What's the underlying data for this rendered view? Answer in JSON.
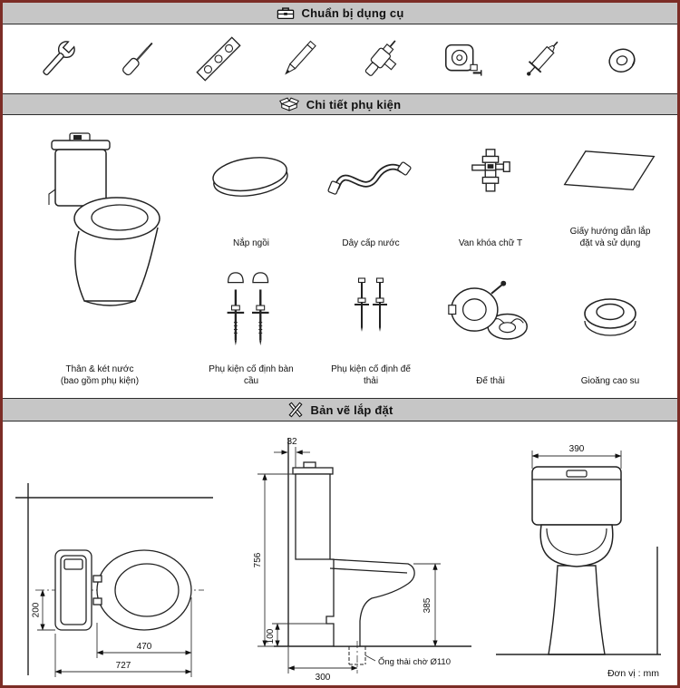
{
  "theme": {
    "border_color": "#7c2d26",
    "header_bg": "#c6c6c6"
  },
  "tools": {
    "title": "Chuẩn bị dụng cụ",
    "icons": [
      "adjustable-wrench",
      "screwdriver",
      "spirit-level",
      "pencil",
      "drill",
      "tape-measure",
      "sealant-gun",
      "thread-seal-tape"
    ]
  },
  "parts": {
    "title": "Chi tiết phụ kiện",
    "main": {
      "label1": "Thân & két nước",
      "label2": "(bao gồm phụ kiện)"
    },
    "items": [
      {
        "label": "Nắp ngồi"
      },
      {
        "label": "Dây cấp nước"
      },
      {
        "label": "Van khóa chữ T"
      },
      {
        "label": "Giấy hướng dẫn lắp đặt và sử dụng"
      },
      {
        "label": "Phụ kiện cố định bàn cầu"
      },
      {
        "label": "Phụ kiện cố định đế thải"
      },
      {
        "label": "Đế thải"
      },
      {
        "label": "Gioăng cao su"
      }
    ]
  },
  "drawing": {
    "title": "Bản vẽ lắp đặt",
    "top_view": {
      "dim_depth": "200",
      "dim_seat_length": "470",
      "dim_total_length": "727"
    },
    "side_view": {
      "dim_wall_gap": "32",
      "dim_total_height": "756",
      "dim_inlet_height": "100",
      "dim_rim_height": "385",
      "dim_drain_offset": "300",
      "drain_note": "Ống thải chờ Ø110"
    },
    "front_view": {
      "dim_width": "390"
    },
    "unit": "Đơn vị : mm"
  }
}
